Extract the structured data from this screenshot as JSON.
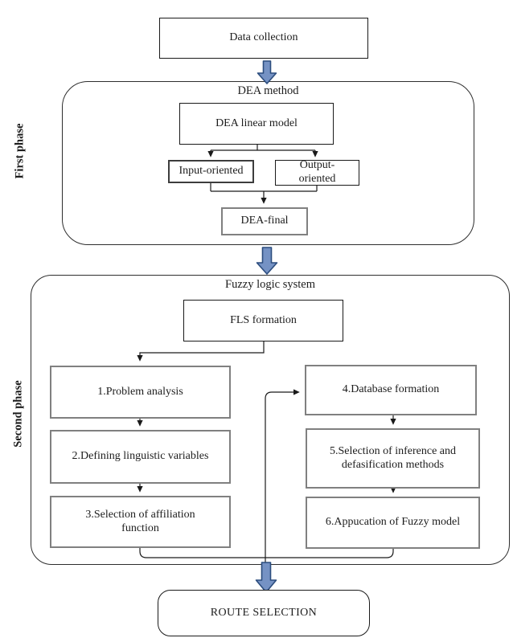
{
  "nodes": {
    "data_collection": "Data collection",
    "route_selection": "ROUTE SELECTION"
  },
  "phase1": {
    "label": "First phase",
    "title": "DEA method",
    "dea_linear_model": "DEA linear model",
    "input_oriented": "Input-oriented",
    "output_oriented": "Output-oriented",
    "dea_final": "DEA-final"
  },
  "phase2": {
    "label": "Second phase",
    "title": "Fuzzy logic system",
    "fls_formation": "FLS formation",
    "steps_left": [
      "1.Problem analysis",
      "2.Defining linguistic variables",
      "3.Selection of affiliation function"
    ],
    "steps_right": [
      "4.Database formation",
      "5.Selection of inference and defasification methods",
      "6.Appucation of Fuzzy model"
    ]
  },
  "colors": {
    "flow_arrow_fill": "#7592c4",
    "flow_arrow_stroke": "#2c4d7e",
    "connector_line": "#1a1a1a",
    "box_border_gray": "#808080",
    "box_border_black": "#1a1a1a"
  }
}
